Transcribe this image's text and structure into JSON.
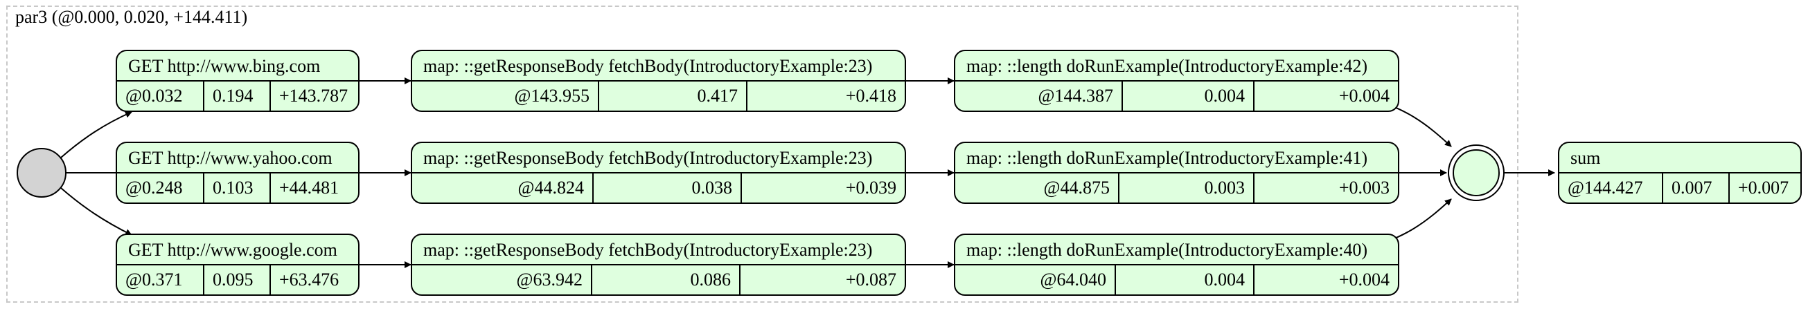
{
  "cluster": {
    "label": "par3 (@0.000, 0.020, +144.411)"
  },
  "requests": [
    {
      "title": "GET http://www.bing.com",
      "start": "@0.032",
      "duration": "0.194",
      "total": "+143.787"
    },
    {
      "title": "GET http://www.yahoo.com",
      "start": "@0.248",
      "duration": "0.103",
      "total": "+44.481"
    },
    {
      "title": "GET http://www.google.com",
      "start": "@0.371",
      "duration": "0.095",
      "total": "+63.476"
    }
  ],
  "fetch": [
    {
      "title": "map: ::getResponseBody fetchBody(IntroductoryExample:23)",
      "start": "@143.955",
      "duration": "0.417",
      "total": "+0.418"
    },
    {
      "title": "map: ::getResponseBody fetchBody(IntroductoryExample:23)",
      "start": "@44.824",
      "duration": "0.038",
      "total": "+0.039"
    },
    {
      "title": "map: ::getResponseBody fetchBody(IntroductoryExample:23)",
      "start": "@63.942",
      "duration": "0.086",
      "total": "+0.087"
    }
  ],
  "length": [
    {
      "title": "map: ::length doRunExample(IntroductoryExample:42)",
      "start": "@144.387",
      "duration": "0.004",
      "total": "+0.004"
    },
    {
      "title": "map: ::length doRunExample(IntroductoryExample:41)",
      "start": "@44.875",
      "duration": "0.003",
      "total": "+0.003"
    },
    {
      "title": "map: ::length doRunExample(IntroductoryExample:40)",
      "start": "@64.040",
      "duration": "0.004",
      "total": "+0.004"
    }
  ],
  "sum": {
    "title": "sum",
    "start": "@144.427",
    "duration": "0.007",
    "total": "+0.007"
  },
  "colors": {
    "node_fill": "#dfffdf",
    "start_fill": "#d3d3d3",
    "cluster_border": "#c8c8c8"
  }
}
